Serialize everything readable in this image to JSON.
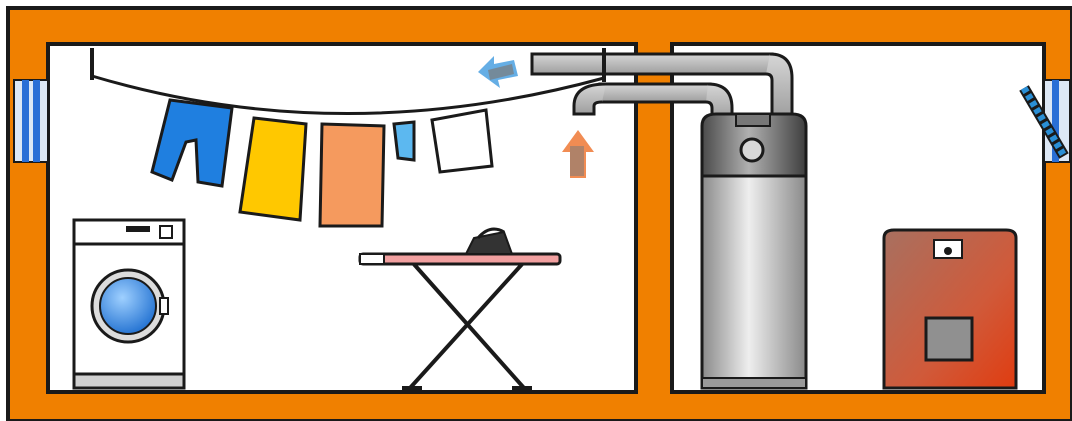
{
  "colors": {
    "wall": "#f08000",
    "outline": "#1a1a1a",
    "room_bg": "#ffffff",
    "duct": "#b8b8b8",
    "laundry_blue": "#1f7fe0",
    "laundry_yellow": "#ffc800",
    "laundry_salmon": "#f59a5e",
    "laundry_lightblue": "#5cb8f0",
    "ironing_cover": "#f2a0a0",
    "heater_top": "#555555",
    "heater_body": "#c8c8c8",
    "boiler": "#d0553a",
    "window_frame": "#2a6fd6",
    "window_glass": "#dde8f5",
    "arrow_warm": "#f08040",
    "arrow_cool": "#4aa0e0"
  },
  "scene": {
    "left_room": [
      "washing-machine",
      "clothesline",
      "hanging-laundry",
      "ironing-board",
      "iron"
    ],
    "right_room": [
      "heat-pump-water-heater",
      "air-duct",
      "boiler"
    ],
    "airflow": [
      "warm-air-intake-arrow",
      "cool-air-exhaust-arrow"
    ],
    "windows": [
      "left-window",
      "right-window-open"
    ]
  }
}
